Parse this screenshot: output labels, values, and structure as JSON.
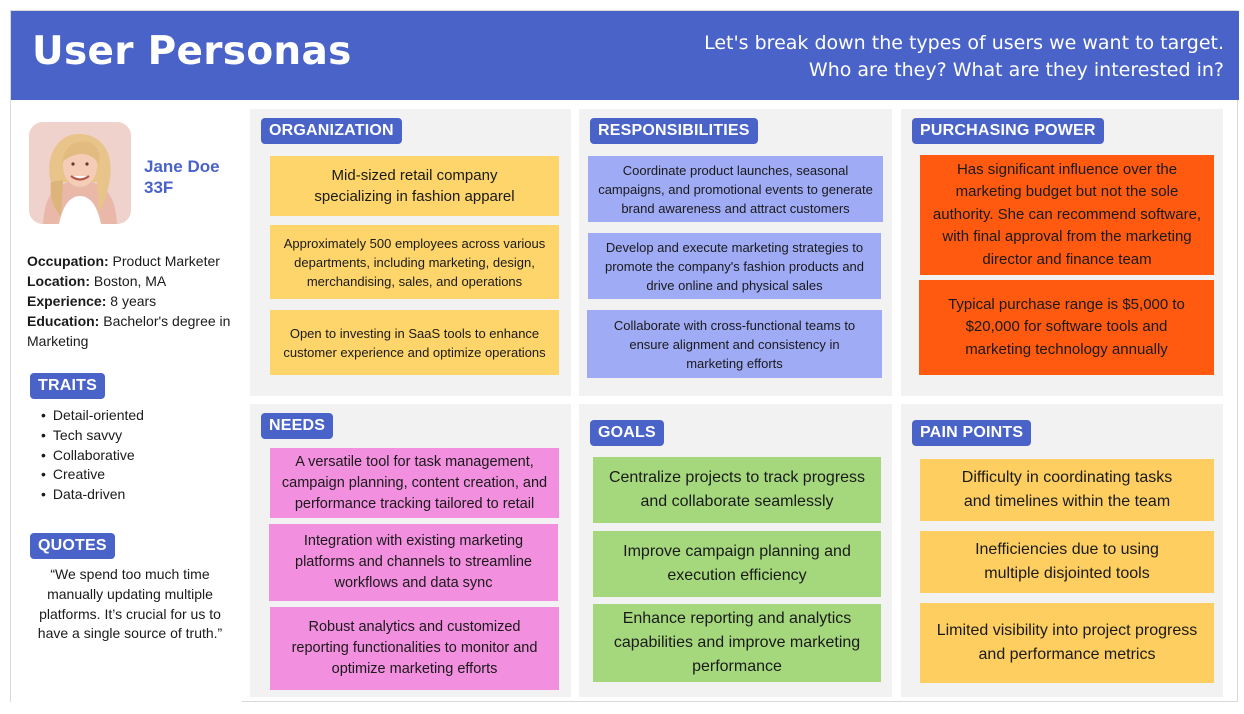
{
  "header": {
    "title": "User Personas",
    "subtitle_line1": "Let's break down the types of users we want to target.",
    "subtitle_line2": "Who are they? What are they interested in?"
  },
  "persona": {
    "name": "Jane Doe",
    "age": "33F",
    "avatar_icon": "portrait-photo",
    "details": [
      {
        "label": "Occupation:",
        "value": " Product Marketer"
      },
      {
        "label": "Location:",
        "value": " Boston, MA"
      },
      {
        "label": "Experience:",
        "value": " 8 years"
      },
      {
        "label": "Education:",
        "value": " Bachelor's degree in Marketing"
      }
    ]
  },
  "traits": {
    "heading": "TRAITS",
    "items": [
      "Detail-oriented",
      "Tech savvy",
      "Collaborative",
      "Creative",
      "Data-driven"
    ]
  },
  "quotes": {
    "heading": "QUOTES",
    "text": "“We spend too much time manually updating multiple platforms. It’s crucial for us to have a single source of truth.”"
  },
  "sections": {
    "organization": {
      "heading": "ORGANIZATION",
      "notes": [
        "Mid-sized retail company specializing in fashion apparel",
        "Approximately 500 employees across various departments, including marketing, design, merchandising, sales, and operations",
        "Open to investing in SaaS tools to enhance customer experience and optimize operations"
      ]
    },
    "responsibilities": {
      "heading": "RESPONSIBILITIES",
      "notes": [
        "Coordinate product launches, seasonal campaigns, and promotional events to generate brand awareness and attract customers",
        "Develop and execute marketing strategies to promote the company's fashion products and drive online and physical sales",
        "Collaborate with cross-functional teams to ensure alignment and consistency in marketing efforts"
      ]
    },
    "purchasing": {
      "heading": "PURCHASING POWER",
      "notes": [
        "Has significant influence over the marketing budget but not the sole authority. She can recommend software, with final approval from the marketing director and finance team",
        "Typical purchase range is $5,000 to $20,000 for software tools and marketing technology annually"
      ]
    },
    "needs": {
      "heading": "NEEDS",
      "notes": [
        "A versatile tool for task management, campaign planning, content creation, and performance tracking tailored to retail",
        "Integration with existing marketing platforms and channels to streamline workflows and data sync",
        "Robust analytics and customized reporting functionalities to monitor and optimize marketing efforts"
      ]
    },
    "goals": {
      "heading": "GOALS",
      "notes": [
        "Centralize projects to track progress and collaborate seamlessly",
        "Improve campaign planning and execution efficiency",
        "Enhance reporting and analytics capabilities and improve marketing performance"
      ]
    },
    "pain_points": {
      "heading": "PAIN POINTS",
      "notes": [
        "Difficulty in coordinating tasks and timelines within the team",
        "Inefficiencies due to using multiple disjointed tools",
        "Limited visibility into project progress and performance metrics"
      ]
    }
  },
  "colors": {
    "brand_blue": "#4a63c8",
    "organization_note": "#fdd56a",
    "responsibilities_note": "#9fabf5",
    "purchasing_note": "#ff5a0f",
    "needs_note": "#f28fdf",
    "goals_note": "#a5d87c",
    "pain_points_note": "#fecf60",
    "panel_background": "#f2f2f2"
  }
}
